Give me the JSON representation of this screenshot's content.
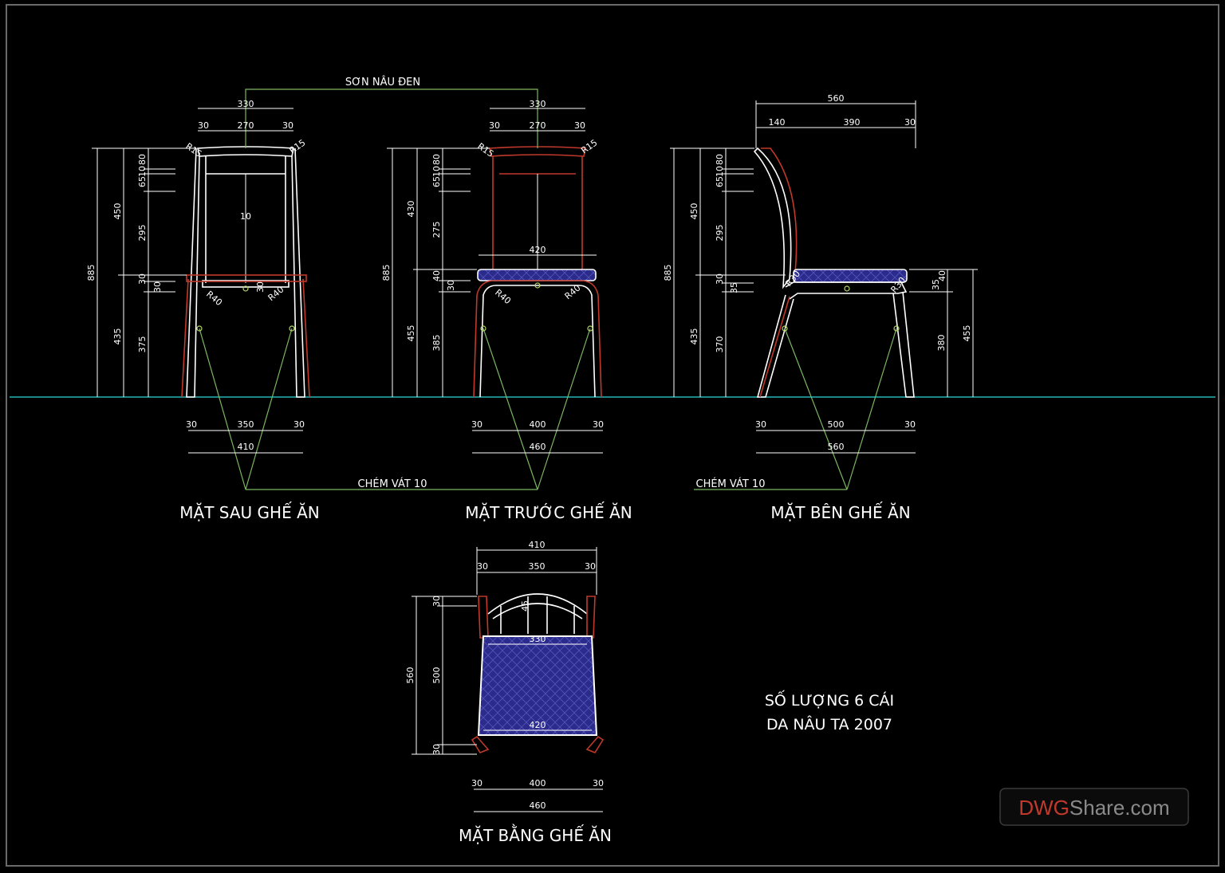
{
  "labels": {
    "paint": "SƠN NÂU ĐEN",
    "chamfer_left": "CHÉM VÁT 10",
    "chamfer_right": "CHÉM VÁT 10"
  },
  "titles": {
    "back": "MẶT SAU GHẾ ĂN",
    "front": "MẶT TRƯỚC GHẾ ĂN",
    "side": "MẶT BÊN GHẾ ĂN",
    "plan": "MẶT BẰNG GHẾ ĂN"
  },
  "notes": {
    "quantity": "SỐ LƯỢNG 6 CÁI",
    "material": "DA NÂU TA 2007"
  },
  "watermark": {
    "part1": "DWG",
    "part2": "Share.com"
  },
  "back_view": {
    "top": [
      "330",
      "30",
      "270",
      "30"
    ],
    "radius": [
      "R15",
      "R15",
      "R40",
      "R40"
    ],
    "left": [
      "885",
      "450",
      "435",
      "80",
      "10",
      "65",
      "295",
      "30",
      "30",
      "375"
    ],
    "inner": [
      "10",
      "30"
    ],
    "bottom": [
      "30",
      "350",
      "30",
      "410"
    ]
  },
  "front_view": {
    "top": [
      "330",
      "30",
      "270",
      "30"
    ],
    "radius": [
      "R15",
      "R15",
      "R40",
      "R40"
    ],
    "left": [
      "885",
      "430",
      "455",
      "80",
      "10",
      "65",
      "275",
      "40",
      "30",
      "385"
    ],
    "seat": "420",
    "bottom": [
      "30",
      "400",
      "30",
      "460"
    ]
  },
  "side_view": {
    "top": [
      "560",
      "140",
      "390",
      "30"
    ],
    "left": [
      "885",
      "450",
      "435",
      "80",
      "10",
      "65",
      "295",
      "30",
      "35",
      "370"
    ],
    "right": [
      "35",
      "40",
      "380",
      "455"
    ],
    "radius": [
      "R30",
      "R30"
    ],
    "bottom": [
      "30",
      "500",
      "30",
      "560"
    ]
  },
  "plan_view": {
    "top": [
      "410",
      "30",
      "350",
      "30"
    ],
    "inner": [
      "45",
      "330",
      "420"
    ],
    "left": [
      "560",
      "30",
      "500",
      "30"
    ],
    "bottom": [
      "30",
      "400",
      "30",
      "460"
    ]
  },
  "colors": {
    "background": "#000000",
    "outline": "#ffffff",
    "accent_red": "#c0392b",
    "leader_green": "#7bb661",
    "ground_cyan": "#22b5b5",
    "seat_fill": "#2b2b8c",
    "border_gray": "#6a6a6a"
  }
}
